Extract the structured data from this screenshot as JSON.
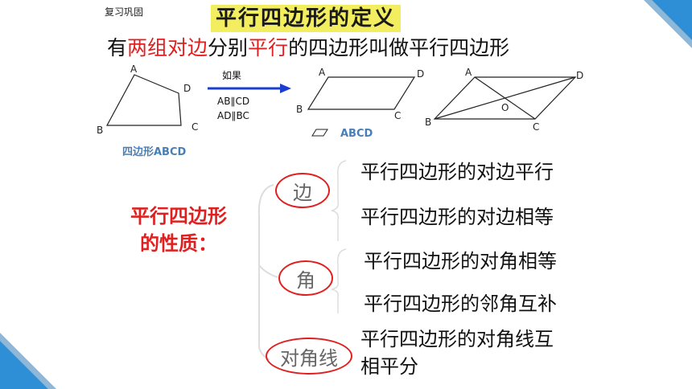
{
  "header": {
    "section": "复习巩固",
    "title": "平行四边形的定义"
  },
  "definition": {
    "part1": "有",
    "part2": "两组对边",
    "part3": "分别",
    "part4": "平行",
    "part5": "的四边形叫做平行四边形"
  },
  "figures": {
    "quad_vertices": [
      "A",
      "B",
      "C",
      "D"
    ],
    "quad_caption": "四边形ABCD",
    "arrow_top": "如果",
    "cond1": "AB∥CD",
    "cond2": "AD∥BC",
    "para_vertices": [
      "A",
      "B",
      "C",
      "D"
    ],
    "para_caption": "ABCD",
    "diag_vertices": [
      "A",
      "B",
      "C",
      "D",
      "O"
    ]
  },
  "properties": {
    "label_line1": "平行四边形",
    "label_line2": "的性质：",
    "cat_side": "边",
    "cat_angle": "角",
    "cat_diagonal": "对角线",
    "items": [
      "平行四边形的对边平行",
      "平行四边形的对边相等",
      "平行四边形的对角相等",
      "平行四边形的邻角互补",
      "平行四边形的对角线互",
      "相平分"
    ]
  },
  "colors": {
    "accent_red": "#e02020",
    "title_bg": "#f2ee60",
    "corner_blue": "#2f8fd6",
    "arrow_blue": "#1a3fd0"
  }
}
